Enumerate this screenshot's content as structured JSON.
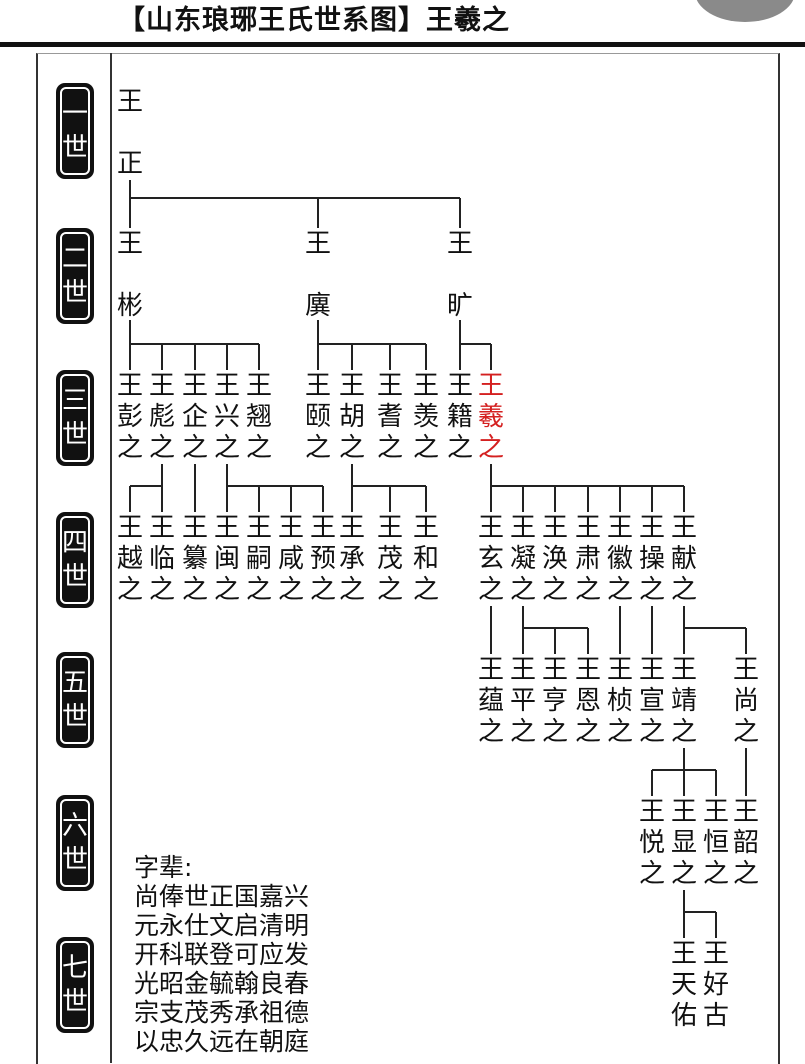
{
  "title": "【山东琅琊王氏世系图】王羲之",
  "highlight_color": "#d42020",
  "generations": [
    {
      "label_a": "一",
      "label_b": "世"
    },
    {
      "label_a": "二",
      "label_b": "世"
    },
    {
      "label_a": "三",
      "label_b": "世"
    },
    {
      "label_a": "四",
      "label_b": "世"
    },
    {
      "label_a": "五",
      "label_b": "世"
    },
    {
      "label_a": "六",
      "label_b": "世"
    },
    {
      "label_a": "七",
      "label_b": "世"
    }
  ],
  "gen1": [
    {
      "name": "王正",
      "highlight": false
    }
  ],
  "gen2": [
    {
      "name": "王彬",
      "highlight": false
    },
    {
      "name": "王廙",
      "highlight": false
    },
    {
      "name": "王旷",
      "highlight": false
    }
  ],
  "gen3": [
    {
      "name": "王彭之",
      "highlight": false
    },
    {
      "name": "王彪之",
      "highlight": false
    },
    {
      "name": "王企之",
      "highlight": false
    },
    {
      "name": "王兴之",
      "highlight": false
    },
    {
      "name": "王翘之",
      "highlight": false
    },
    {
      "name": "王颐之",
      "highlight": false
    },
    {
      "name": "王胡之",
      "highlight": false
    },
    {
      "name": "王耆之",
      "highlight": false
    },
    {
      "name": "王羡之",
      "highlight": false
    },
    {
      "name": "王籍之",
      "highlight": false
    },
    {
      "name": "王羲之",
      "highlight": true
    }
  ],
  "gen4": [
    {
      "name": "王越之",
      "highlight": false
    },
    {
      "name": "王临之",
      "highlight": false
    },
    {
      "name": "王纂之",
      "highlight": false
    },
    {
      "name": "王闽之",
      "highlight": false
    },
    {
      "name": "王嗣之",
      "highlight": false
    },
    {
      "name": "王咸之",
      "highlight": false
    },
    {
      "name": "王预之",
      "highlight": false
    },
    {
      "name": "王承之",
      "highlight": false
    },
    {
      "name": "王茂之",
      "highlight": false
    },
    {
      "name": "王和之",
      "highlight": false
    },
    {
      "name": "王玄之",
      "highlight": false
    },
    {
      "name": "王凝之",
      "highlight": false
    },
    {
      "name": "王涣之",
      "highlight": false
    },
    {
      "name": "王肃之",
      "highlight": false
    },
    {
      "name": "王徽之",
      "highlight": false
    },
    {
      "name": "王操之",
      "highlight": false
    },
    {
      "name": "王献之",
      "highlight": false
    }
  ],
  "gen5": [
    {
      "name": "王蕴之",
      "highlight": false
    },
    {
      "name": "王平之",
      "highlight": false
    },
    {
      "name": "王亨之",
      "highlight": false
    },
    {
      "name": "王恩之",
      "highlight": false
    },
    {
      "name": "王桢之",
      "highlight": false
    },
    {
      "name": "王宣之",
      "highlight": false
    },
    {
      "name": "王靖之",
      "highlight": false
    },
    {
      "name": "王尚之",
      "highlight": false
    }
  ],
  "gen6": [
    {
      "name": "王悦之",
      "highlight": false
    },
    {
      "name": "王显之",
      "highlight": false
    },
    {
      "name": "王恒之",
      "highlight": false
    },
    {
      "name": "王韶之",
      "highlight": false
    }
  ],
  "gen7": [
    {
      "name": "王天佑",
      "highlight": false
    },
    {
      "name": "王好古",
      "highlight": false
    }
  ],
  "zibei": {
    "heading": "字辈:",
    "lines": [
      "尚俸世正国嘉兴",
      "元永仕文启清明",
      "开科联登可应发",
      "光昭金毓翰良春",
      "宗支茂秀承祖德",
      "以忠久远在朝庭"
    ]
  }
}
